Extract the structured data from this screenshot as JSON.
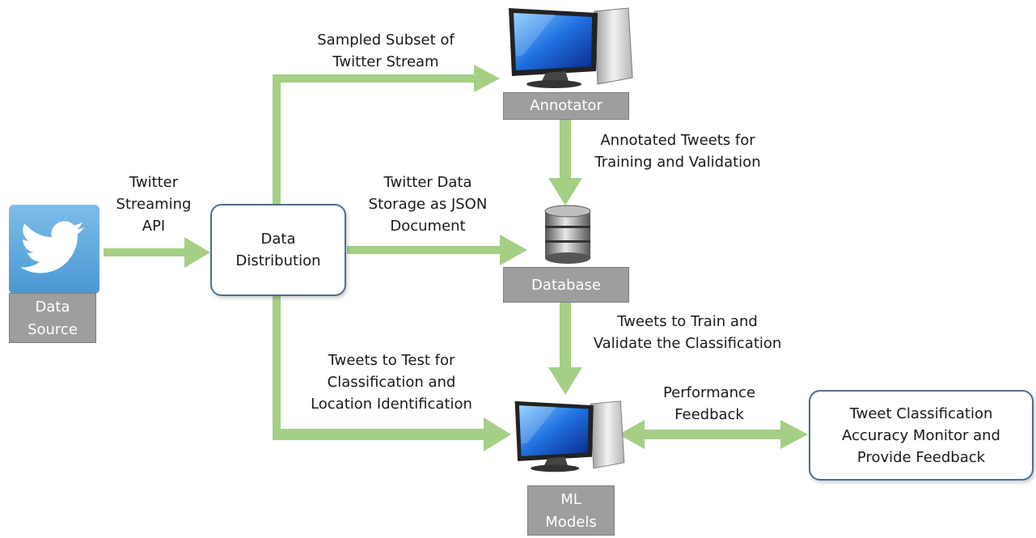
{
  "colors": {
    "arrow": "#a4cf85",
    "box_border": "#4a6f95",
    "label_box": "#9e9e9e",
    "twitter_blue": "#5ea9dd"
  },
  "icons": [
    "twitter-bird-icon",
    "computer-monitor-icon",
    "database-cylinder-icon"
  ],
  "nodes": {
    "data_source": "Data\nSource",
    "data_distribution": "Data\nDistribution",
    "annotator": "Annotator",
    "database": "Database",
    "ml_models": "ML\nModels",
    "accuracy_monitor": "Tweet Classification\nAccuracy Monitor and\nProvide Feedback"
  },
  "edges": {
    "streaming_api": "Twitter\nStreaming\nAPI",
    "sampled_subset": "Sampled Subset of\nTwitter Stream",
    "annotated_tweets": "Annotated Tweets for\nTraining and Validation",
    "data_storage": "Twitter Data\nStorage as JSON\nDocument",
    "train_validate": "Tweets to Train and\nValidate the Classification",
    "test_classification": "Tweets to Test for\nClassification and\nLocation Identification",
    "performance_feedback": "Performance\nFeedback"
  }
}
